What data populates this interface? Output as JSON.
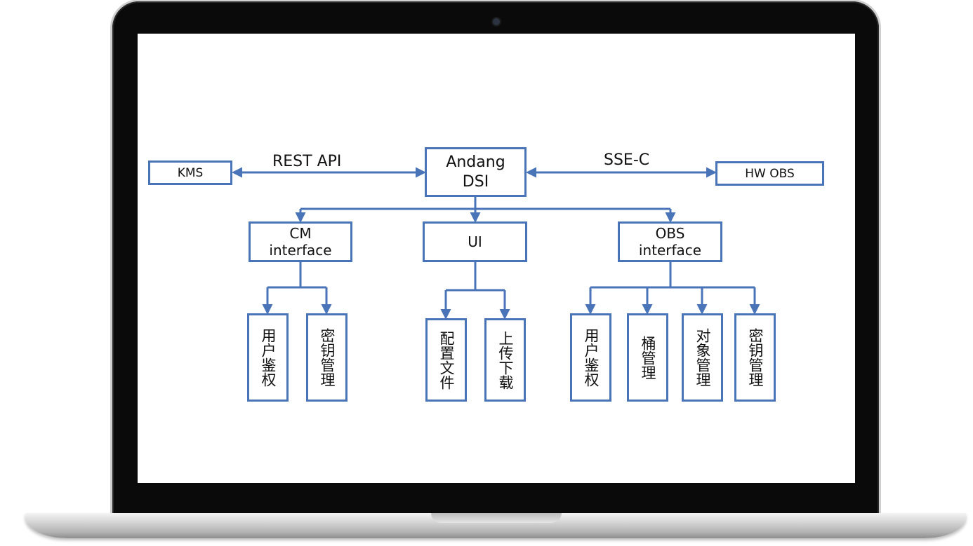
{
  "diagram": {
    "nodes": {
      "kms": "KMS",
      "dsi_line1": "Andang",
      "dsi_line2": "DSI",
      "hw_obs": "HW OBS",
      "cm_line1": "CM",
      "cm_line2": "interface",
      "ui": "UI",
      "obs_line1": "OBS",
      "obs_line2": "interface",
      "cm_auth": "用户鉴权",
      "cm_key": "密钥管理",
      "ui_config": "配置文件",
      "ui_transfer": "上传下载",
      "obs_auth": "用户鉴权",
      "obs_bucket": "桶管理",
      "obs_object": "对象管理",
      "obs_key": "密钥管理"
    },
    "edge_labels": {
      "rest_api": "REST API",
      "sse_c": "SSE-C"
    },
    "colors": {
      "box_border": "#4a74b8",
      "connector": "#4a74b8"
    }
  }
}
